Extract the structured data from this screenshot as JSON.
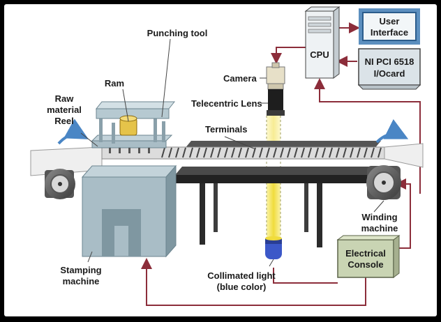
{
  "labels": {
    "punching_tool": "Punching tool",
    "ram": "Ram",
    "raw_material_reel": [
      "Raw",
      "material",
      "Reel"
    ],
    "camera": "Camera",
    "telecentric_lens": "Telecentric Lens",
    "terminals": "Terminals",
    "cpu": "CPU",
    "user_interface": [
      "User",
      "Interface"
    ],
    "io_card": [
      "NI PCI 6518",
      "I/Ocard"
    ],
    "winding_machine": [
      "Winding",
      "machine"
    ],
    "electrical_console": [
      "Electrical",
      "Console"
    ],
    "collimated_light": [
      "Collimated light",
      "(blue color)"
    ],
    "stamping_machine": [
      "Stamping",
      "machine"
    ]
  },
  "colors": {
    "machine": "#a9bdc6",
    "machine_dark": "#7f97a1",
    "table": "#2b2b2b",
    "wire": "#8c2d3a",
    "console": "#c9d4b3",
    "box": "#f2f6f8",
    "light_beam": "#f3e46a",
    "blue_light": "#3c58c8",
    "arrow_blue": "#4a86c5"
  }
}
